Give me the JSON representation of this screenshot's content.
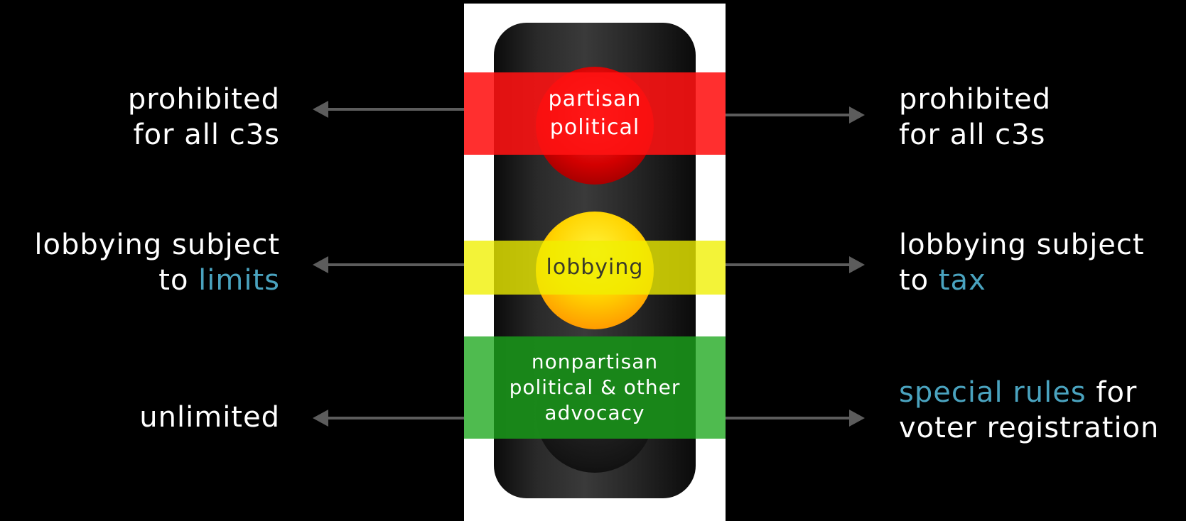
{
  "colors": {
    "background": "#000000",
    "accent": "#4aa3bf",
    "red_band": "#ff1212",
    "yellow_band": "#f0f000",
    "green_band": "#3cb43c",
    "arrow": "#5c5c5c"
  },
  "center": {
    "red_label_line1": "partisan",
    "red_label_line2": "political",
    "yellow_label": "lobbying",
    "green_label_line1": "nonpartisan",
    "green_label_line2": "political & other",
    "green_label_line3": "advocacy"
  },
  "left": {
    "red_line1": "prohibited",
    "red_line2": "for all c3s",
    "yellow_line1": "lobbying subject",
    "yellow_line2_prefix": "to ",
    "yellow_line2_accent": "limits",
    "green_line1": "unlimited"
  },
  "right": {
    "red_line1": "prohibited",
    "red_line2": "for all c3s",
    "yellow_line1": "lobbying subject",
    "yellow_line2_prefix": "to ",
    "yellow_line2_accent": "tax",
    "green_line1_accent": "special rules",
    "green_line1_suffix": " for",
    "green_line2": "voter registration"
  },
  "icons": {
    "traffic_light": "traffic-light-icon",
    "arrow": "arrow-icon"
  }
}
